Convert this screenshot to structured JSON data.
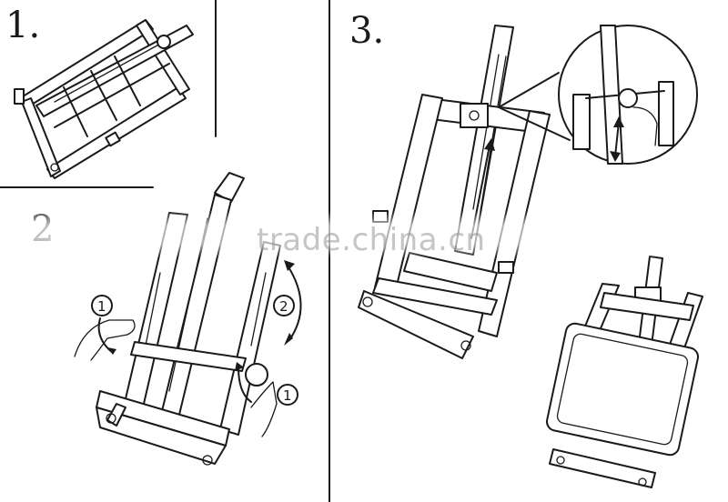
{
  "steps": [
    {
      "number": "1."
    },
    {
      "number": "2"
    },
    {
      "number": "3."
    }
  ],
  "callouts": {
    "left_knob": "1",
    "right_knob": "1",
    "rotate_arrow": "2"
  },
  "watermark": "trade.china.cn",
  "colors": {
    "line": "#1a1a1a",
    "background": "#ffffff",
    "watermark": "#969696"
  }
}
